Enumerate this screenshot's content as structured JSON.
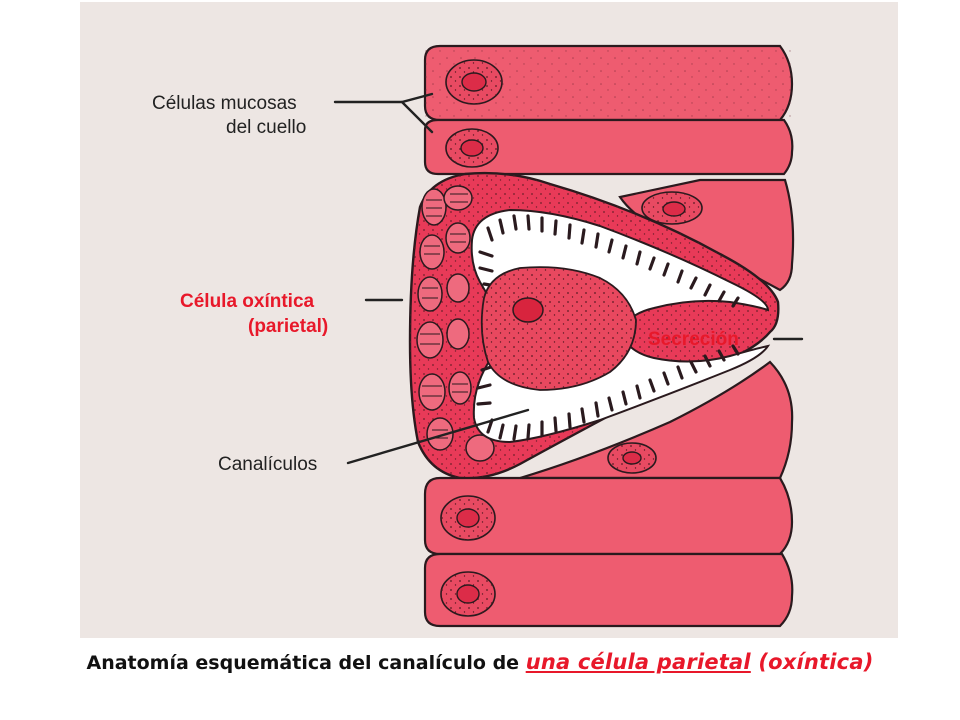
{
  "labels": {
    "mucous_line1": "Células mucosas",
    "mucous_line2": "del cuello",
    "parietal_line1": "Célula oxíntica",
    "parietal_line2": "(parietal)",
    "secretion": "Secreción",
    "canaliculi": "Canalículos"
  },
  "caption": {
    "prefix": "Anatomía esquemática del canalículo de ",
    "highlight": "una célula parietal",
    "suffix": " (oxíntica)"
  },
  "colors": {
    "background_panel": "#ede6e3",
    "cell_fill": "#ee5c70",
    "cell_stroke": "#2a1a1e",
    "parietal_fill": "#e83a58",
    "nucleus_fill": "#e3324e",
    "label_red": "#e8182a",
    "label_dark": "#222222"
  }
}
